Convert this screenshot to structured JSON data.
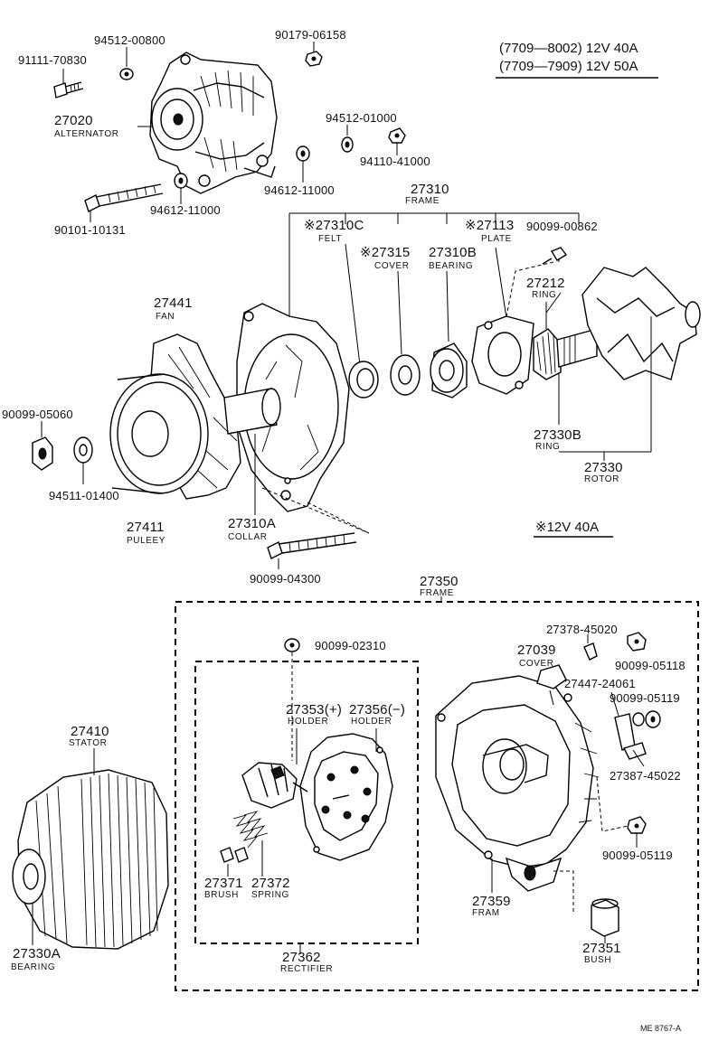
{
  "header": {
    "line1": "(7709—8002) 12V 40A",
    "line2": "(7709—7909) 12V 50A"
  },
  "note": "※12V 40A",
  "ref": "ME 8767-A",
  "labels": {
    "p91111_70830": "91111-70830",
    "p94512_00800": "94512-00800",
    "p90179_06158": "90179-06158",
    "p27020": "27020",
    "n_alternator": "ALTERNATOR",
    "p94512_01000": "94512-01000",
    "p94110_41000": "94110-41000",
    "p94612_11000a": "94612-11000",
    "p94612_11000b": "94612-11000",
    "p90101_10131": "90101-10131",
    "p27310": "27310",
    "n_frame1": "FRAME",
    "p27310c": "※27310C",
    "n_felt": "FELT",
    "p27315": "※27315",
    "n_cover1": "COVER",
    "p27310b": "27310B",
    "n_bearing1": "BEARING",
    "p27113": "※27113",
    "n_plate": "PLATE",
    "p90099_00862": "90099-00862",
    "p27212": "27212",
    "n_ring1": "RING",
    "p27441": "27441",
    "n_fan": "FAN",
    "p90099_05060": "90099-05060",
    "p94511_01400": "94511-01400",
    "p27411": "27411",
    "n_puleey": "PULEEY",
    "p27310a": "27310A",
    "n_collar": "COLLAR",
    "p90099_04300": "90099-04300",
    "p27330b": "27330B",
    "n_ring2": "RING",
    "p27330": "27330",
    "n_rotor": "ROTOR",
    "p27350": "27350",
    "n_frame2": "FRAME",
    "p90099_02310": "90099-02310",
    "p27378_45020": "27378-45020",
    "p27039": "27039",
    "n_cover2": "COVER",
    "p90099_05118": "90099-05118",
    "p27447_24061": "27447-24061",
    "p90099_05119a": "90099-05119",
    "p27387_45022": "27387-45022",
    "p90099_05119b": "90099-05119",
    "p27353": "27353(+)",
    "p27356": "27356(−)",
    "n_holder1": "HOLDER",
    "n_holder2": "HOLDER",
    "p27410": "27410",
    "n_stator": "STATOR",
    "p27371": "27371",
    "p27372": "27372",
    "n_brush": "BRUSH",
    "n_spring": "SPRING",
    "p27359": "27359",
    "n_fram": "FRAM",
    "p27330a": "27330A",
    "n_bearing2": "BEARING",
    "p27362": "27362",
    "n_rectifier": "RECTIFIER",
    "p27351": "27351",
    "n_bush": "BUSH"
  }
}
